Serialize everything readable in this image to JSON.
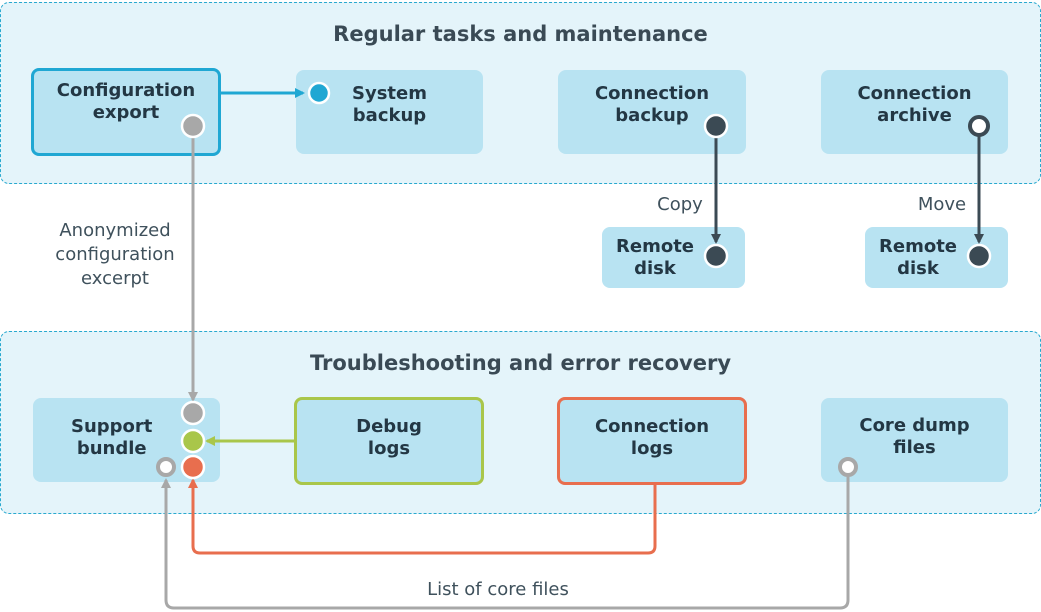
{
  "sections": {
    "regular": {
      "title": "Regular tasks and maintenance"
    },
    "troubleshooting": {
      "title": "Troubleshooting and error recovery"
    }
  },
  "boxes": {
    "configuration_export": "Configuration\nexport",
    "system_backup": "System\nbackup",
    "connection_backup": "Connection\nbackup",
    "connection_archive": "Connection\narchive",
    "remote_disk_copy": "Remote\ndisk",
    "remote_disk_move": "Remote\ndisk",
    "support_bundle": "Support\nbundle",
    "debug_logs": "Debug\nlogs",
    "connection_logs": "Connection\nlogs",
    "core_dump_files": "Core dump\nfiles"
  },
  "edge_labels": {
    "anonymized": "Anonymized\nconfiguration\nexcerpt",
    "copy": "Copy",
    "move": "Move",
    "core_files": "List of core files"
  },
  "colors": {
    "section_bg": "#e4f4fa",
    "section_border": "#29a9cf",
    "box_bg": "#b8e3f2",
    "blue": "#1fa7d3",
    "gray": "#a8a8a8",
    "green": "#a9c64a",
    "orange": "#e86e4e",
    "dark": "#3b4a54"
  }
}
